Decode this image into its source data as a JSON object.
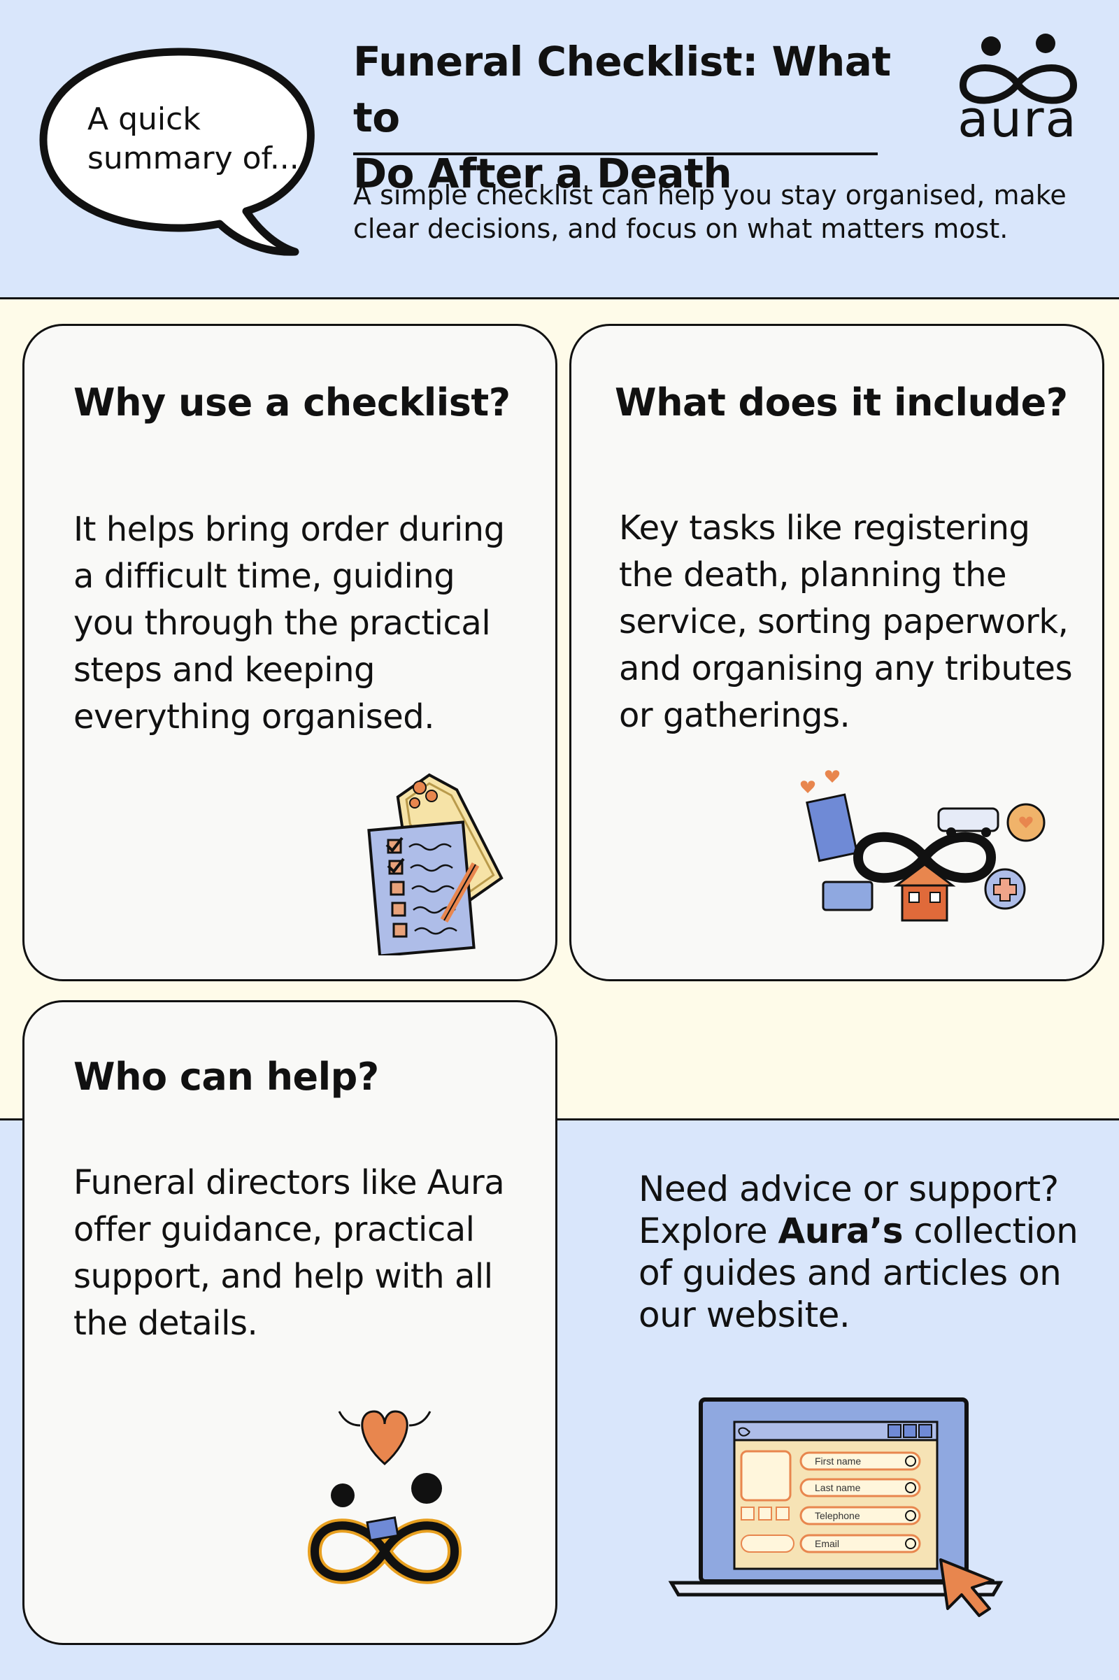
{
  "header": {
    "bubble_line1": "A quick",
    "bubble_line2": "summary of...",
    "title_line1": "Funeral Checklist: What to",
    "title_line2": "Do After a Death",
    "subtitle_line1": "A simple checklist can help you stay organised, make",
    "subtitle_line2": "clear decisions, and focus on what matters most.",
    "logo_text": "aura"
  },
  "cards": [
    {
      "heading": "Why use a checklist?",
      "body_lines": [
        "It helps bring order during",
        "a difficult time, guiding",
        "you through the practical",
        "steps and keeping",
        "everything organised."
      ],
      "illustration": "checklist-and-coffin-illustration"
    },
    {
      "heading": "What does it include?",
      "body_lines": [
        "Key tasks like registering",
        "the death, planning the",
        "service, sorting paperwork,",
        "and organising any tributes",
        "or gatherings."
      ],
      "illustration": "infinity-with-house-car-documents-illustration"
    },
    {
      "heading": "Who can help?",
      "body_lines": [
        "Funeral directors like Aura",
        "offer guidance, practical",
        "support, and help with all",
        "the details."
      ],
      "illustration": "people-infinity-heart-illustration"
    }
  ],
  "cta": {
    "line1": "Need advice or support?",
    "line2_before": "Explore ",
    "line2_bold": "Aura’s",
    "line2_after": " collection",
    "line3": "of guides and articles on",
    "line4": "our website."
  },
  "laptop_form": {
    "fields": [
      "First name",
      "Last name",
      "Telephone",
      "Email"
    ]
  },
  "colors": {
    "blue_band": "#d9e6fb",
    "cream_band": "#fefbe9",
    "card_bg": "#f9f9f7",
    "accent_orange": "#e8864e",
    "accent_blue": "#8fa8e0"
  }
}
